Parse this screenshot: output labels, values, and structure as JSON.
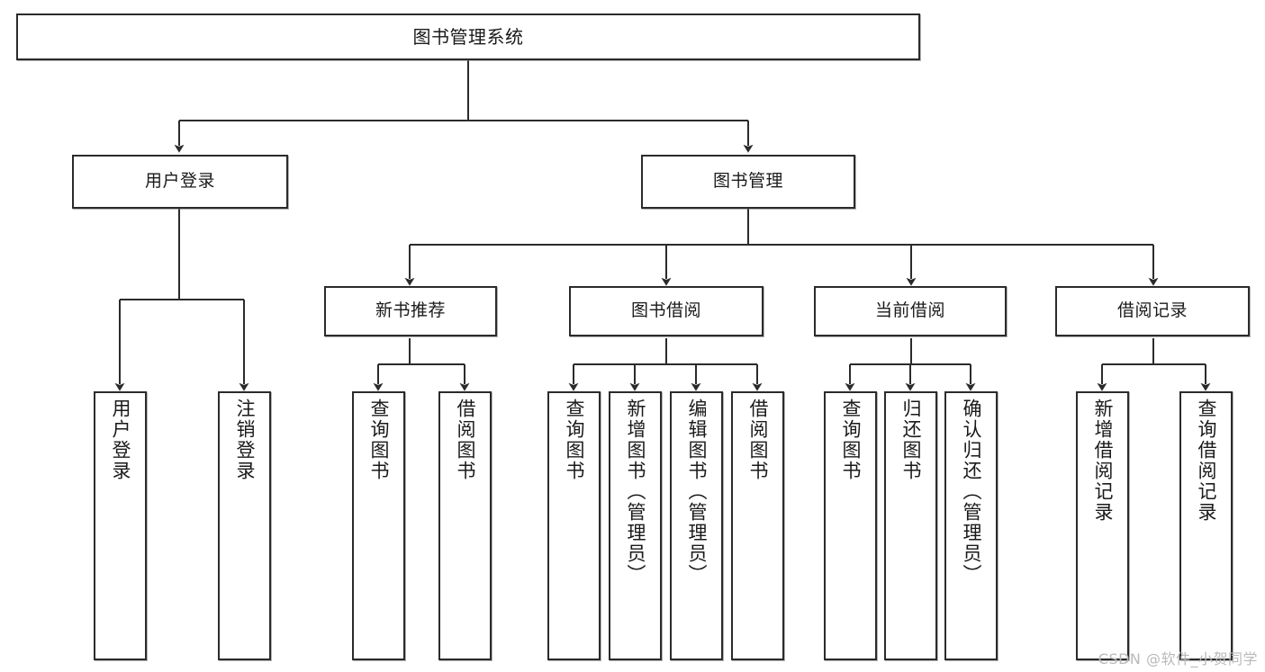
{
  "diagram": {
    "type": "tree",
    "title": "图书管理系统",
    "orientation": "top-down",
    "colors": {
      "border": "#2b2b2b",
      "fill": "#ffffff",
      "connector": "#2b2b2b",
      "watermark": "#b9b9b9"
    }
  },
  "root": {
    "label": "图书管理系统"
  },
  "level2": [
    {
      "label": "用户登录"
    },
    {
      "label": "图书管理"
    }
  ],
  "level3": [
    {
      "label": "新书推荐"
    },
    {
      "label": "图书借阅"
    },
    {
      "label": "当前借阅"
    },
    {
      "label": "借阅记录"
    }
  ],
  "leaves": {
    "user_login": [
      {
        "label": "用户登录"
      },
      {
        "label": "注销登录"
      }
    ],
    "new_book_recommend": [
      {
        "label": "查询图书"
      },
      {
        "label": "借阅图书"
      }
    ],
    "book_borrow": [
      {
        "label": "查询图书"
      },
      {
        "label": "新增图书（管理员）"
      },
      {
        "label": "编辑图书（管理员）"
      },
      {
        "label": "借阅图书"
      }
    ],
    "current_borrow": [
      {
        "label": "查询图书"
      },
      {
        "label": "归还图书"
      },
      {
        "label": "确认归还（管理员）"
      }
    ],
    "borrow_record": [
      {
        "label": "新增借阅记录"
      },
      {
        "label": "查询借阅记录"
      }
    ]
  },
  "watermark": {
    "text": "CSDN @软件_小贺同学"
  }
}
